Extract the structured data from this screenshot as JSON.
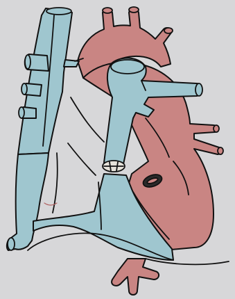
{
  "colors": {
    "paper": "#d7d7d9",
    "blue_fill": "#9fc6cf",
    "red_fill": "#c98583",
    "outline": "#111111"
  },
  "parts": [
    {
      "name": "aorta-arch",
      "fill": "red"
    },
    {
      "name": "pulmonary-artery-trunk",
      "fill": "blue"
    },
    {
      "name": "superior-vena-cava",
      "fill": "blue"
    },
    {
      "name": "inferior-vena-cava",
      "fill": "blue"
    },
    {
      "name": "left-pulmonary-veins",
      "fill": "red"
    },
    {
      "name": "right-pulmonary-veins",
      "fill": "blue"
    },
    {
      "name": "left-ventricle",
      "fill": "red"
    },
    {
      "name": "right-ventricle",
      "fill": "blue"
    },
    {
      "name": "descending-aorta",
      "fill": "red"
    },
    {
      "name": "ductus-arteriosus-stub",
      "fill": "none"
    }
  ]
}
